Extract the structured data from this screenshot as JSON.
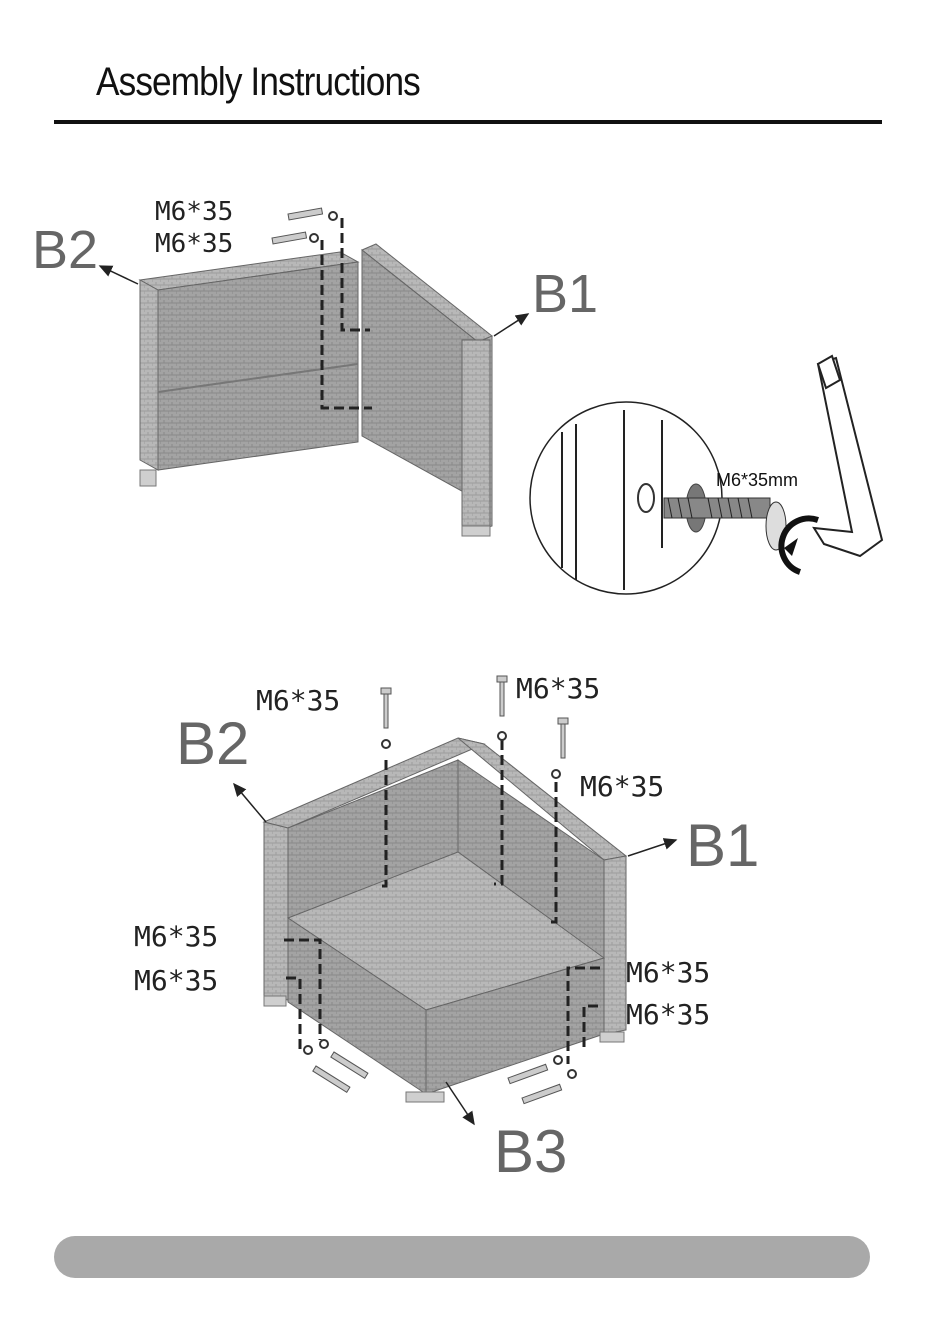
{
  "header": {
    "title": "Assembly Instructions"
  },
  "step1": {
    "screw_label_1": "M6*35",
    "screw_label_2": "M6*35",
    "part_left": "B2",
    "part_right": "B1",
    "detail_label": "M6*35mm"
  },
  "step2": {
    "part_left": "B2",
    "part_right": "B1",
    "part_bottom": "B3",
    "top_screw_1": "M6*35",
    "top_screw_2": "M6*35",
    "top_screw_3": "M6*35",
    "left_screw_1": "M6*35",
    "left_screw_2": "M6*35",
    "right_screw_1": "M6*35",
    "right_screw_2": "M6*35"
  },
  "colors": {
    "wicker": "#9c9c9c",
    "wicker_light": "#c4c4c4",
    "footer": "#a9a9a9"
  }
}
